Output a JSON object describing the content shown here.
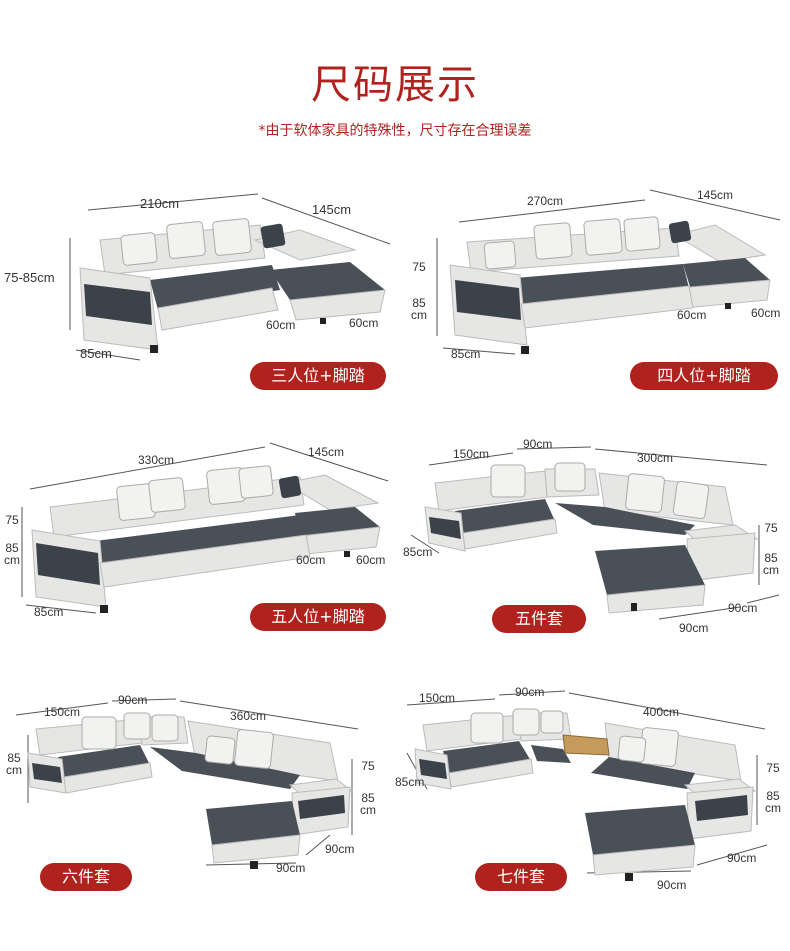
{
  "header": {
    "title": "尺码展示",
    "note": "*由于软体家具的特殊性，尺寸存在合理误差"
  },
  "colors": {
    "accent": "#b0221e",
    "fabric_dark": "#4a5058",
    "leather_light": "#e6e6e4",
    "pillow": "#f2f2f0"
  },
  "products": [
    {
      "label": "三人位+脚踏",
      "dims": {
        "length": "210cm",
        "chaise": "145cm",
        "height": "75-85cm",
        "depth": "85cm",
        "stool_w": "60cm",
        "stool_d": "60cm"
      }
    },
    {
      "label": "四人位+脚踏",
      "dims": {
        "length": "270cm",
        "chaise": "145cm",
        "h_low": "75",
        "h_high": "85",
        "h_unit": "cm",
        "depth": "85cm",
        "stool_w": "60cm",
        "stool_d": "60cm"
      }
    },
    {
      "label": "五人位+脚踏",
      "dims": {
        "length": "330cm",
        "chaise": "145cm",
        "h_low": "75",
        "h_high": "85",
        "h_unit": "cm",
        "depth": "85cm",
        "stool_w": "60cm",
        "stool_d": "60cm"
      }
    },
    {
      "label": "五件套",
      "dims": {
        "left": "150cm",
        "corner": "90cm",
        "right": "300cm",
        "depth": "85cm",
        "h_low": "75",
        "h_high": "85",
        "h_unit": "cm",
        "ottoman_w": "90cm",
        "ottoman_d": "90cm"
      }
    },
    {
      "label": "六件套",
      "dims": {
        "left": "150cm",
        "corner": "90cm",
        "right": "360cm",
        "d_top": "85",
        "d_unit": "cm",
        "h_low": "75",
        "h_high": "85",
        "h_unit": "cm",
        "ottoman_w": "90cm",
        "ottoman_d": "90cm"
      }
    },
    {
      "label": "七件套",
      "dims": {
        "left": "150cm",
        "corner": "90cm",
        "right": "400cm",
        "depth": "85cm",
        "h_low": "75",
        "h_high": "85",
        "h_unit": "cm",
        "ottoman_w": "90cm",
        "ottoman_d": "90cm"
      }
    }
  ]
}
